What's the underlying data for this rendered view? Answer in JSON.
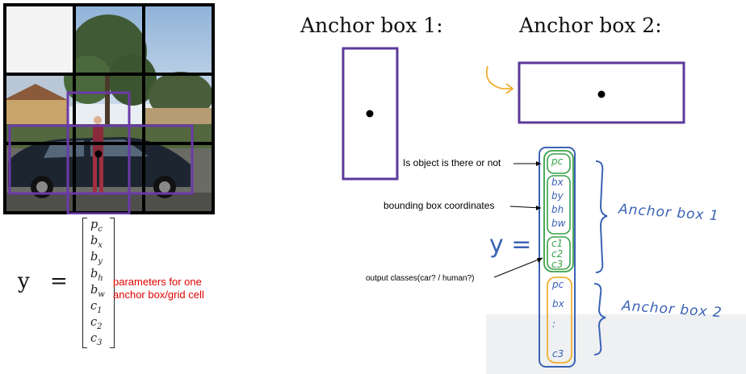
{
  "titles": {
    "anchor_box_1": "Anchor box 1:",
    "anchor_box_2": "Anchor box 2:"
  },
  "left_vector": {
    "y_symbol": "y",
    "equals": "=",
    "entries": [
      {
        "base": "p",
        "sub": "c"
      },
      {
        "base": "b",
        "sub": "x"
      },
      {
        "base": "b",
        "sub": "y"
      },
      {
        "base": "b",
        "sub": "h"
      },
      {
        "base": "b",
        "sub": "w"
      },
      {
        "base": "c",
        "sub": "1"
      },
      {
        "base": "c",
        "sub": "2"
      },
      {
        "base": "c",
        "sub": "3"
      }
    ],
    "note": "parameters for one anchor box/grid cell"
  },
  "annotations": {
    "object_present": "Is object is there or not",
    "bbox_coordinates": "bounding box coordinates",
    "output_classes": "output classes(car? / human?)"
  },
  "handwriting": {
    "y_label": "y =",
    "anchor_label_1": "Anchor box 1",
    "anchor_label_2": "Anchor box 2",
    "group1_entries": [
      "pc",
      "bx",
      "by",
      "bh",
      "bw",
      "c1",
      "c2",
      "c3"
    ],
    "group2_entries": [
      "pc",
      "bx",
      ":",
      "c3"
    ]
  },
  "colors": {
    "anchor_purple": "#5b3a9a",
    "handwriting_blue": "#3b63b5",
    "handwriting_green": "#3aa04a",
    "handwriting_orange": "#f0b030",
    "note_red": "#e00000"
  }
}
